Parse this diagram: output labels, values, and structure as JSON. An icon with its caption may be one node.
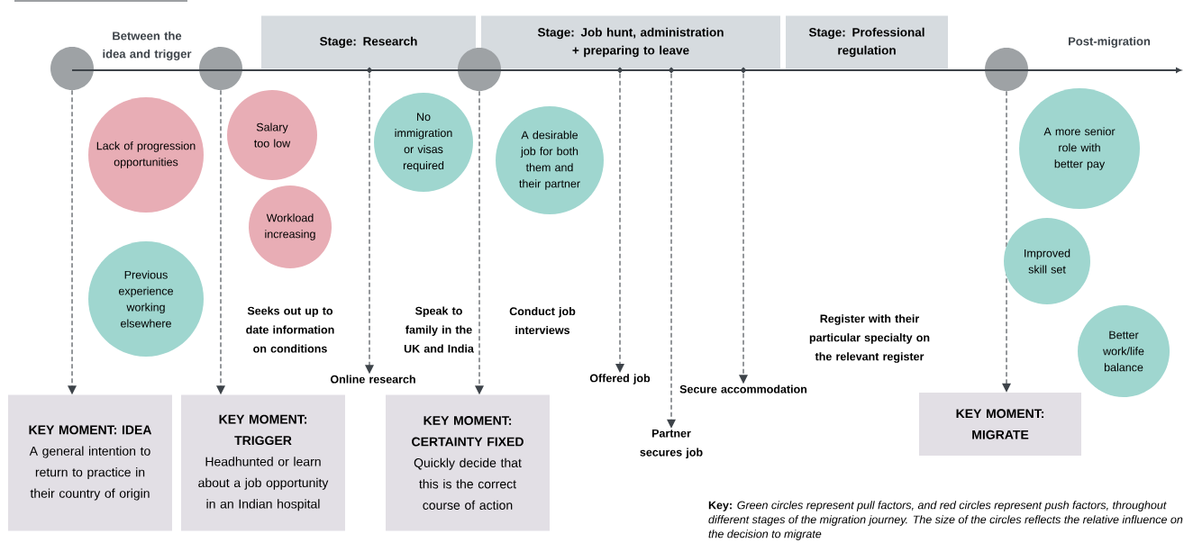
{
  "diagram": {
    "nodes": [
      {
        "text": [
          "Stage: Research"
        ]
      },
      {
        "text": [
          "Stage: Job hunt, administration + preparing to leave"
        ]
      },
      {
        "text": [
          "Stage: Professional regulation"
        ]
      },
      {
        "text": [],
        "shape": "circle"
      },
      {
        "text": [],
        "shape": "circle"
      },
      {
        "text": [],
        "shape": "circle"
      },
      {
        "text": [],
        "shape": "circle"
      },
      {
        "text": [],
        "shape": "diamond"
      },
      {
        "text": [],
        "shape": "diamond"
      },
      {
        "text": [],
        "shape": "diamond"
      },
      {
        "text": [],
        "shape": "diamond"
      },
      {
        "text": [
          "Lack of progression opportunities"
        ]
      },
      {
        "text": [
          "Salary too low"
        ]
      },
      {
        "text": [
          "Workload increasing"
        ]
      },
      {
        "text": [
          "Previous experience working elsewhere"
        ]
      },
      {
        "text": [
          "No immigration or visas required"
        ]
      },
      {
        "text": [
          "A desirable job for both them and their partner"
        ]
      },
      {
        "text": [
          "A more senior role with better pay"
        ]
      },
      {
        "text": [
          "Improved skill set"
        ]
      },
      {
        "text": [
          "Better work/life balance"
        ]
      },
      {
        "text": [
          "KEY MOMENT: IDEA",
          "A general intention to return to practice in their country of origin"
        ]
      },
      {
        "text": [
          "KEY MOMENT: TRIGGER",
          "Headhunted or learn about a job opportunity in an Indian hospital"
        ]
      },
      {
        "text": [
          "KEY MOMENT: CERTAINTY FIXED",
          "Quickly decide that this is the correct course of action"
        ]
      },
      {
        "text": [
          "KEY MOMENT: MIGRATE"
        ]
      },
      {
        "text": [
          "Online research"
        ]
      },
      {
        "text": [
          "Offered job"
        ]
      },
      {
        "text": [
          "Partner secures job"
        ]
      },
      {
        "text": [
          "Secure accommodation"
        ]
      }
    ],
    "edges": [
      {
        "from": 3,
        "to": 20,
        "arrow": "to",
        "style": "dashed"
      },
      {
        "from": 4,
        "to": 21,
        "arrow": "to",
        "style": "dashed"
      },
      {
        "from": 7,
        "to": 24,
        "arrow": "to",
        "style": "dashed"
      },
      {
        "from": 5,
        "to": 22,
        "arrow": "to",
        "style": "dashed"
      },
      {
        "from": 8,
        "to": 25,
        "arrow": "to",
        "style": "dashed"
      },
      {
        "from": 9,
        "to": 26,
        "arrow": "to",
        "style": "dashed"
      },
      {
        "from": 10,
        "to": 27,
        "arrow": "to",
        "style": "dashed"
      },
      {
        "from": 6,
        "to": 23,
        "arrow": "to",
        "style": "dashed"
      }
    ],
    "labels": [
      "Between the idea and trigger",
      "Post-migration",
      "Seeks out up to date information on conditions",
      "Speak to family in the UK and India",
      "Conduct job interviews",
      "Register with their particular specialty on the relevant register",
      "**Key:** *Green circles represent pull factors, and red circles represent push factors, throughout different stages of the migration journey. The size of the circles reflects the relative influence on the decision to migrate*"
    ]
  }
}
